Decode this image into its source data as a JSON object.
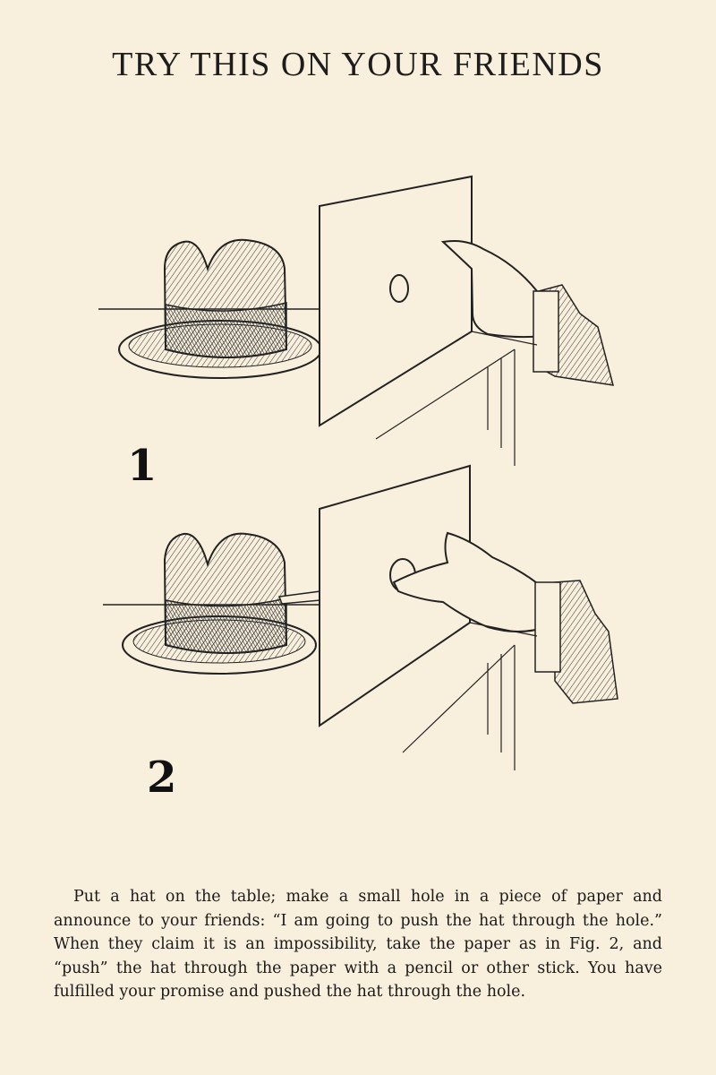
{
  "title": "TRY THIS ON YOUR FRIENDS",
  "figures": [
    {
      "label": "1"
    },
    {
      "label": "2"
    }
  ],
  "caption": "Put a hat on the table; make a small hole in a piece of paper and announce to your friends: “I am going to push the hat through the hole.”  When they claim it is an impossibility, take the paper as in Fig. 2, and “push” the hat through the paper with a pencil or other stick.  You have fulfilled your promise and pushed the hat through the hole.",
  "colors": {
    "paper": "#f8efdc",
    "ink": "#1a1a1a"
  }
}
